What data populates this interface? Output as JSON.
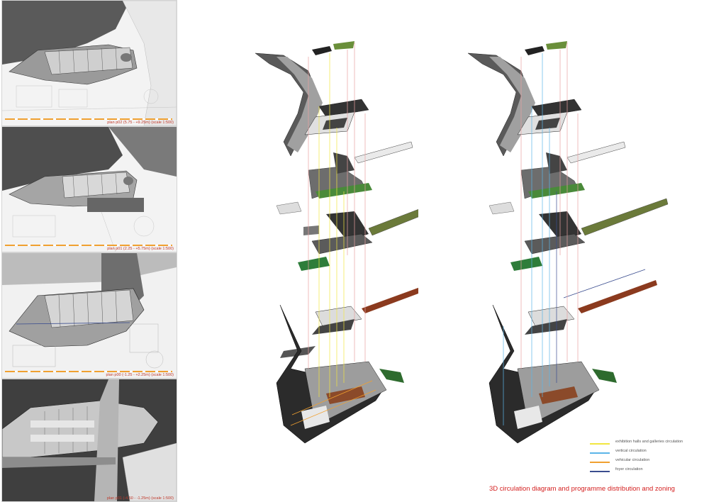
{
  "plans": [
    {
      "caption": "plan p02   (5.75 - +9.25m) (scale 1:500)"
    },
    {
      "caption": "plan p01   (2.25 - +5.75m) (scale 1:500)"
    },
    {
      "caption": "plan p00   (-1.25 - +2.25m) (scale 1:500)"
    },
    {
      "caption": "plan p01   (-4.50 - -1.25m) (scale 1:500)"
    }
  ],
  "legend": [
    {
      "label": "exhibition halls and galleries circulation",
      "color": "#f2e640"
    },
    {
      "label": "vertical circulation",
      "color": "#5bb5e8"
    },
    {
      "label": "vehicular circulation",
      "color": "#f0a030"
    },
    {
      "label": "foyer circulation",
      "color": "#3a4d8f"
    }
  ],
  "title": "3D circulation diagram and programme distribution and zoning",
  "colors": {
    "accent": "#d42020",
    "park_green": "#6b7a3a",
    "timber": "#8b3a1e"
  }
}
